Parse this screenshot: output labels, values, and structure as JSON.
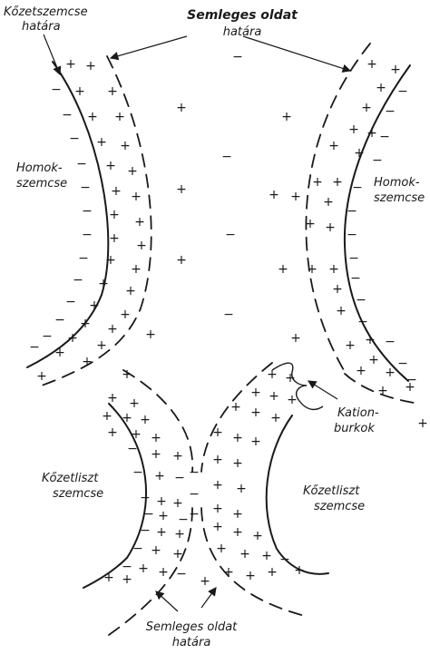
{
  "labels": {
    "kozetszemcse_hatara_1": "Kőzetszemcse",
    "kozetszemcse_hatara_2": "határa",
    "semleges_top_1": "Semleges oldat",
    "semleges_top_2": "határa",
    "homok_left_1": "Homok-",
    "homok_left_2": "szemcse",
    "homok_right_1": "Homok-",
    "homok_right_2": "szemcse",
    "kation_1": "Kation-",
    "kation_2": "burkok",
    "kozetliszt_left_1": "Kőzetliszt",
    "kozetliszt_left_2": "szemcse",
    "kozetliszt_right_1": "Kőzetliszt",
    "kozetliszt_right_2": "szemcse",
    "semleges_bottom_1": "Semleges oldat",
    "semleges_bottom_2": "határa"
  },
  "signs": {
    "plus": "+",
    "minus": "−"
  }
}
